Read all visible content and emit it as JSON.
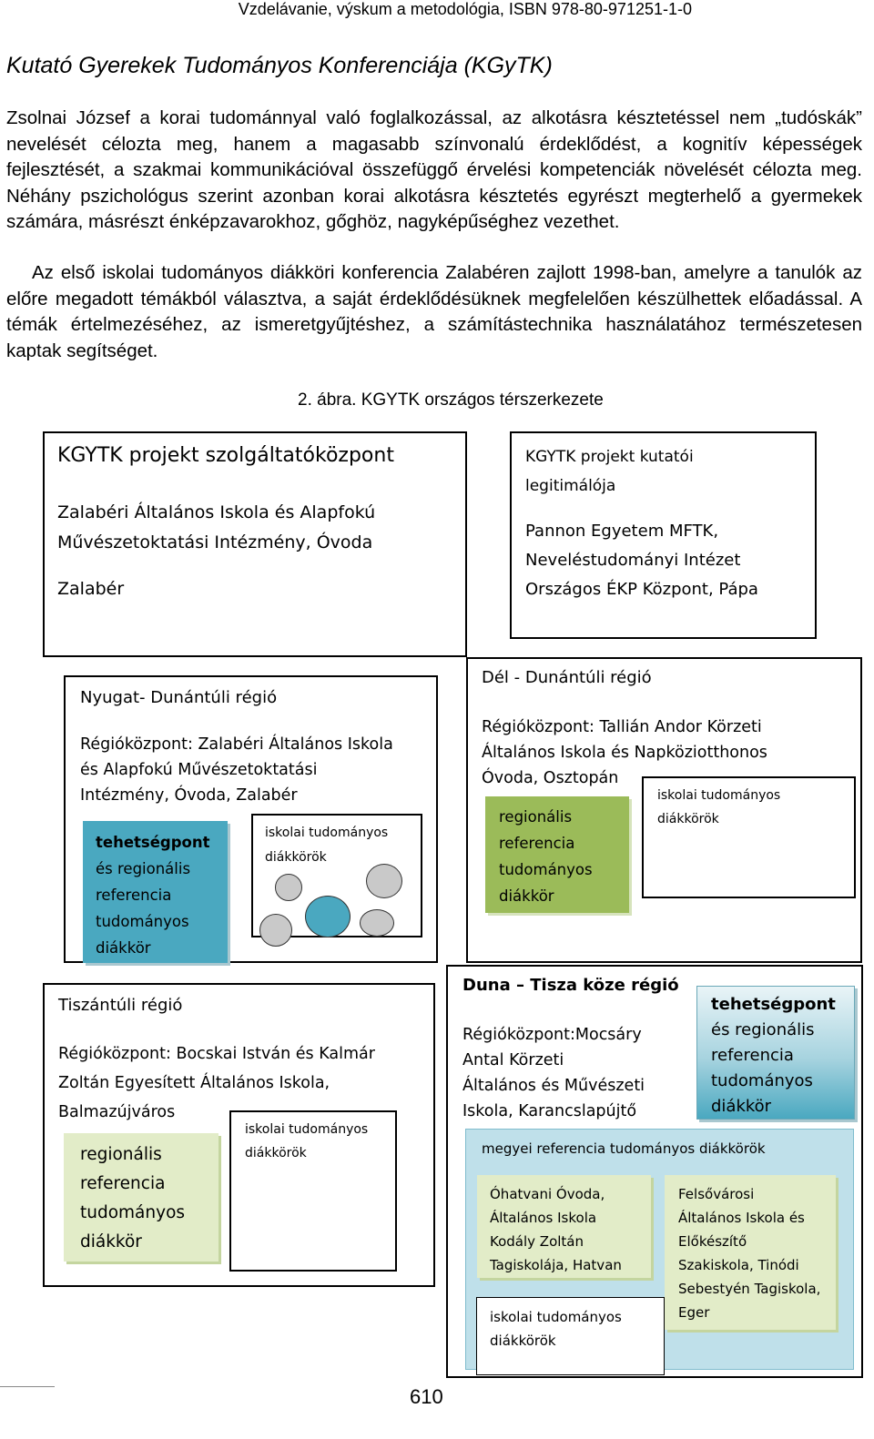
{
  "header": "Vzdelávanie, výskum a metodológia, ISBN 978-80-971251-1-0",
  "heading": "Kutató Gyerekek Tudományos Konferenciája (KGyTK)",
  "paragraphs": [
    "Zsolnai József a korai tudománnyal való foglalkozással, az alkotásra késztetéssel nem „tudóskák” nevelését célozta meg, hanem a magasabb színvonalú érdeklődést, a kognitív képességek fejlesztését, a szakmai kommunikációval összefüggő érvelési kompetenciák növelését célozta meg. Néhány pszichológus szerint azonban korai alkotásra késztetés egyrészt megterhelő a gyermekek számára, másrészt énképzavarokhoz, gőghöz, nagyképűséghez vezethet.",
    "Az első iskolai tudományos diákköri konferencia Zalabéren zajlott 1998-ban, amelyre a tanulók az előre megadott témákból választva, a saját érdeklődésüknek megfelelően készülhettek előadással. A témák értelmezéséhez, az ismeretgyűjtéshez, a számítástechnika használatához természetesen kaptak segítséget."
  ],
  "caption": "2. ábra. KGYTK országos térszerkezete",
  "diagram": {
    "center": {
      "title": "KGYTK projekt szolgáltatóközpont",
      "body": "Zalabéri Általános Iskola és Alapfokú\nMűvészetoktatási Intézmény, Óvoda",
      "place": "Zalabér"
    },
    "legitimizer": {
      "title": "KGYTK projekt kutatói\nlegitimálója",
      "body": "Pannon Egyetem MFTK,\nNeveléstudományi Intézet\nOrszágos ÉKP Központ,  Pápa"
    },
    "west": {
      "title": "Nyugat- Dunántúli régió",
      "body": "Régióközpont: Zalabéri Általános Iskola\nés Alapfokú Művészetoktatási\nIntézmény, Óvoda, Zalabér",
      "talent_bold": "tehetségpont",
      "talent_rest": "és regionális\nreferencia\ntudományos\ndiákkör",
      "circles_label": "iskolai tudományos\ndiákkörök"
    },
    "south": {
      "title": "Dél - Dunántúli régió",
      "body": "Régióközpont: Tallián Andor Körzeti\nÁltalános Iskola és Napköziotthonos\nÓvoda, Osztopán",
      "regional": "regionális\nreferencia\ntudományos\ndiákkör",
      "circles_label": "iskolai tudományos\ndiákkörök"
    },
    "east": {
      "title": "Tiszántúli régió",
      "body": "Régióközpont: Bocskai István és Kalmár\nZoltán Egyesített Általános Iskola,\nBalmazújváros",
      "regional": "regionális\nreferencia\ntudományos\ndiákkör",
      "circles_label": "iskolai tudományos\ndiákkörök"
    },
    "duna": {
      "title": "Duna – Tisza köze régió",
      "body": "Régióközpont:Mocsáry\nAntal Körzeti\nÁltalános és Művészeti\n Iskola, Karancslapújtő",
      "talent_bold": "tehetségpont",
      "talent_rest": "és regionális\nreferencia\ntudományos\ndiákkör",
      "county_label": "megyei referencia tudományos diákkörök",
      "school1": "Óhatvani  Óvoda,\nÁltalános Iskola\nKodály Zoltán\nTagiskolája, Hatvan",
      "school2": "Felsővárosi\nÁltalános Iskola és\nElőkészítő\nSzakiskola, Tinódi\nSebestyén Tagiskola,\nEger",
      "circles_label": "iskolai tudományos\ndiákkörök"
    }
  },
  "page_number": "610"
}
